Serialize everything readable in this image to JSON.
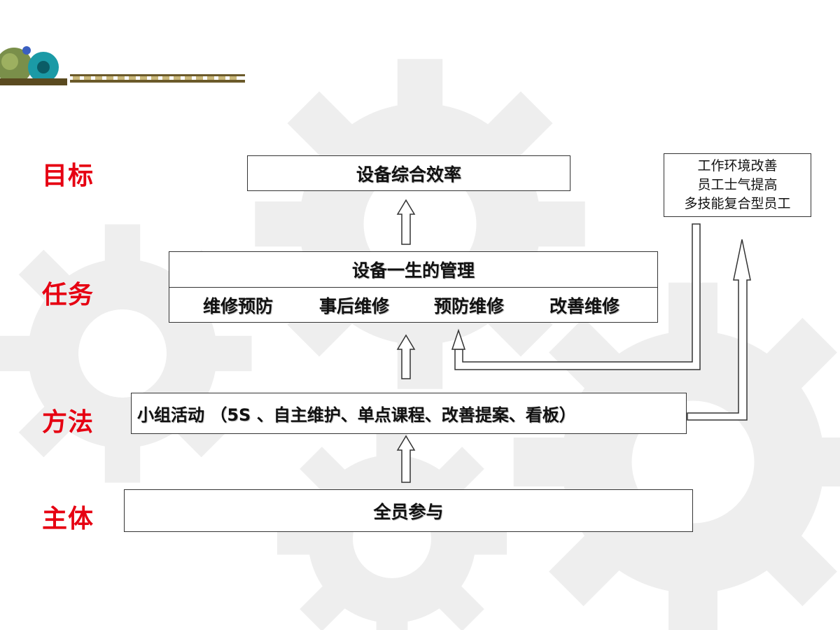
{
  "row_labels": {
    "goal": "目标",
    "task": "任务",
    "method": "方法",
    "subject": "主体"
  },
  "goal_box": {
    "text": "设备综合效率"
  },
  "tasks_box": {
    "title": "设备一生的管理",
    "items": [
      "维修预防",
      "事后维修",
      "预防维修",
      "改善维修"
    ]
  },
  "method_box": {
    "text": "小组活动 （5S 、自主维护、单点课程、改善提案、看板）"
  },
  "subject_box": {
    "text": "全员参与"
  },
  "benefits_box": {
    "lines": [
      "工作环境改善",
      "员工士气提高",
      "多技能复合型员工"
    ]
  },
  "colors": {
    "label_red": "#e60012",
    "box_border": "#333333",
    "gear_gray": "#eeeeee"
  },
  "icons": [
    "gear-watermark-icon",
    "gear-logo-icon",
    "up-arrow-icon"
  ]
}
